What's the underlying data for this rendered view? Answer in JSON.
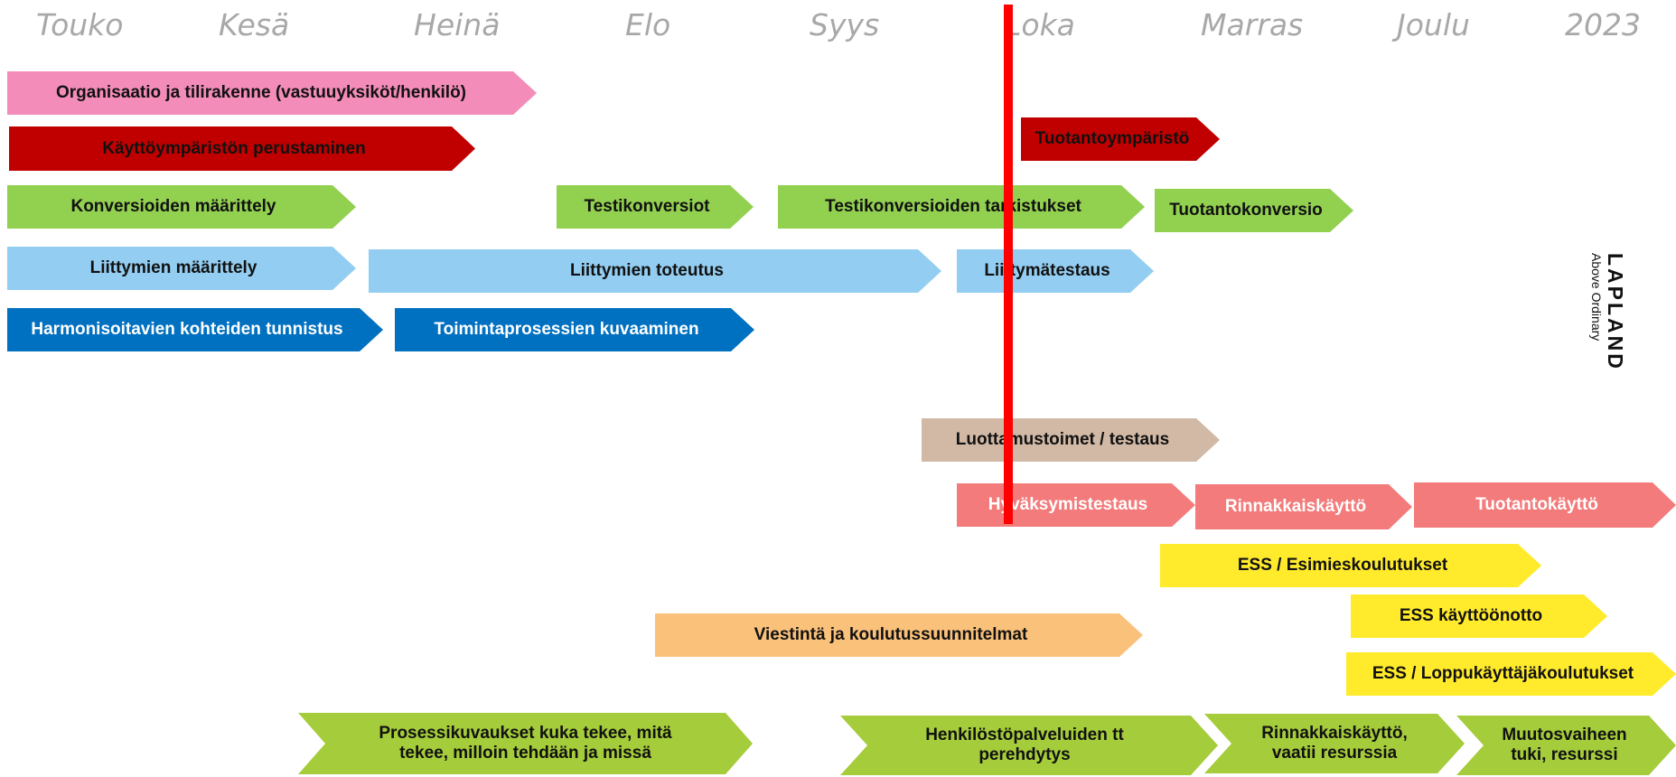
{
  "months": [
    "Touko",
    "Kesä",
    "Heinä",
    "Elo",
    "Syys",
    "Loka",
    "Marras",
    "Joulu",
    "2023"
  ],
  "colors": {
    "pink": "#f48cba",
    "red": "#c00000",
    "green": "#92d050",
    "light_blue": "#93cdf1",
    "blue": "#0070c0",
    "tan": "#d2b9a6",
    "salmon": "#f37b7b",
    "yellow": "#ffea2b",
    "orange": "#fac17b",
    "lime": "#a5cc3a",
    "today_marker": "#ff0000"
  },
  "tasks": [
    {
      "id": "organisaatio",
      "text": "Organisaatio ja tilirakenne (vastuuyksiköt/henkilö)",
      "color": "pink"
    },
    {
      "id": "kayttoymparisto",
      "text": "Käyttöympäristön perustaminen",
      "color": "red"
    },
    {
      "id": "tuotantoymparisto",
      "text": "Tuotantoympäristö",
      "color": "red"
    },
    {
      "id": "konversioiden-maarittely",
      "text": "Konversioiden määrittely",
      "color": "green"
    },
    {
      "id": "testikonversiot",
      "text": "Testikonversiot",
      "color": "green"
    },
    {
      "id": "testikonversioiden-tarkistukset",
      "text": "Testikonversioiden tarkistukset",
      "color": "green"
    },
    {
      "id": "tuotantokonversio",
      "text": "Tuotantokonversio",
      "color": "green"
    },
    {
      "id": "liittymien-maarittely",
      "text": "Liittymien määrittely",
      "color": "light_blue"
    },
    {
      "id": "liittymien-toteutus",
      "text": "Liittymien toteutus",
      "color": "light_blue"
    },
    {
      "id": "liittymatestaus",
      "text": "Liittymätestaus",
      "color": "light_blue"
    },
    {
      "id": "harmonisoitavien",
      "text": "Harmonisoitavien kohteiden tunnistus",
      "color": "blue"
    },
    {
      "id": "toimintaprosessien",
      "text": "Toimintaprosessien kuvaaminen",
      "color": "blue"
    },
    {
      "id": "luottamustoimet",
      "text": "Luottamustoimet / testaus",
      "color": "tan"
    },
    {
      "id": "hyvaksymistestaus",
      "text": "Hyväksymistestaus",
      "color": "salmon"
    },
    {
      "id": "rinnakkaiskaytto",
      "text": "Rinnakkaiskäyttö",
      "color": "salmon"
    },
    {
      "id": "tuotantokaytto",
      "text": "Tuotantokäyttö",
      "color": "salmon"
    },
    {
      "id": "ess-esimieskoulutukset",
      "text": "ESS / Esimieskoulutukset",
      "color": "yellow"
    },
    {
      "id": "ess-kayttoonotto",
      "text": "ESS käyttöönotto",
      "color": "yellow"
    },
    {
      "id": "viestinta",
      "text": "Viestintä ja koulutussuunnitelmat",
      "color": "orange"
    },
    {
      "id": "ess-loppukayttajakoulutukset",
      "text": "ESS / Loppukäyttäjäkoulutukset",
      "color": "yellow"
    },
    {
      "id": "prosessikuvaukset",
      "text": "Prosessikuvaukset  kuka tekee, mitä tekee, milloin tehdään ja missä",
      "color": "lime"
    },
    {
      "id": "henkilostopalveluiden",
      "text": "Henkilöstöpalveluiden tt perehdytys",
      "color": "lime"
    },
    {
      "id": "rinnakkaiskaytto-resurssit",
      "text": "Rinnakkaiskäyttö, vaatii resurssia",
      "color": "lime"
    },
    {
      "id": "muutosvaiheen",
      "text": "Muutosvaiheen tuki, resurssi",
      "color": "lime"
    }
  ],
  "logo": {
    "main": "LAPLAND",
    "sub": "Above Ordinary"
  }
}
